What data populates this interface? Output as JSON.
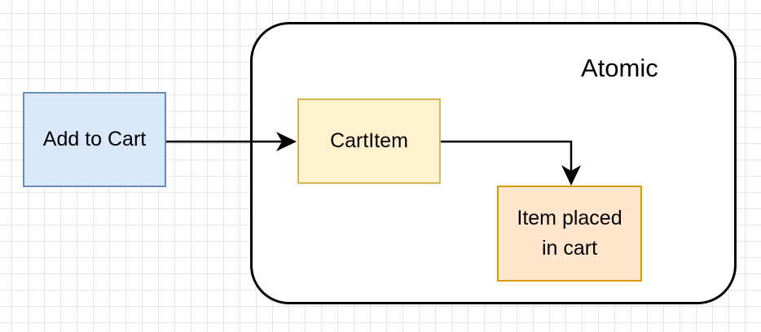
{
  "container": {
    "title": "Atomic"
  },
  "nodes": {
    "add_to_cart": "Add to Cart",
    "cart_item": "CartItem",
    "item_placed": "Item placed\nin cart"
  },
  "colors": {
    "grid": "#e6e6e6",
    "add_to_cart_fill": "#dae8fc",
    "add_to_cart_stroke": "#6c8ebf",
    "cart_item_fill": "#fff2cc",
    "cart_item_stroke": "#d6b656",
    "item_placed_fill": "#ffe6cc",
    "item_placed_stroke": "#d79b00",
    "edge": "#000000"
  }
}
